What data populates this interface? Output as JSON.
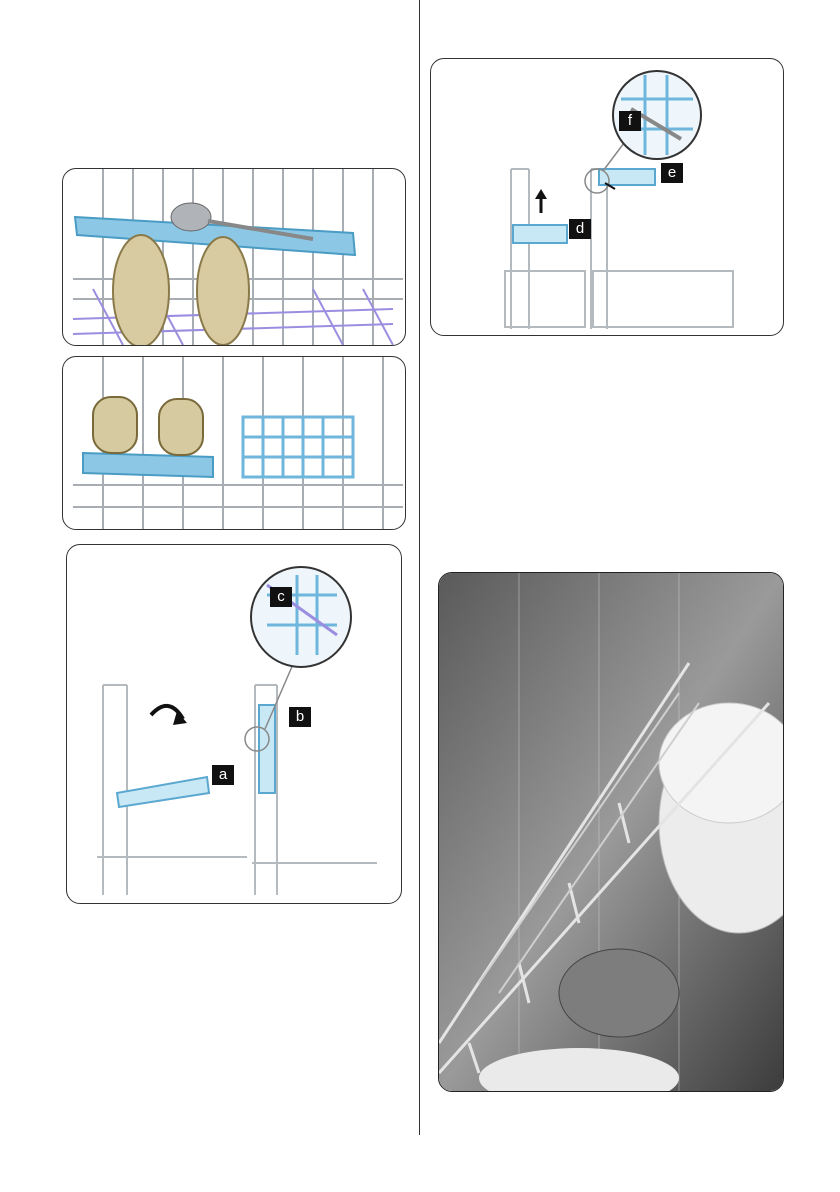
{
  "figures": {
    "fig_ab": {
      "label_a": "a",
      "label_b": "b",
      "label_c": "c"
    },
    "fig_de": {
      "label_d": "d",
      "label_e": "e",
      "label_f": "f"
    }
  },
  "colors": {
    "accent_blue": "#8cc8e6",
    "rack_wire": "#9aa0a6",
    "border": "#333333"
  }
}
